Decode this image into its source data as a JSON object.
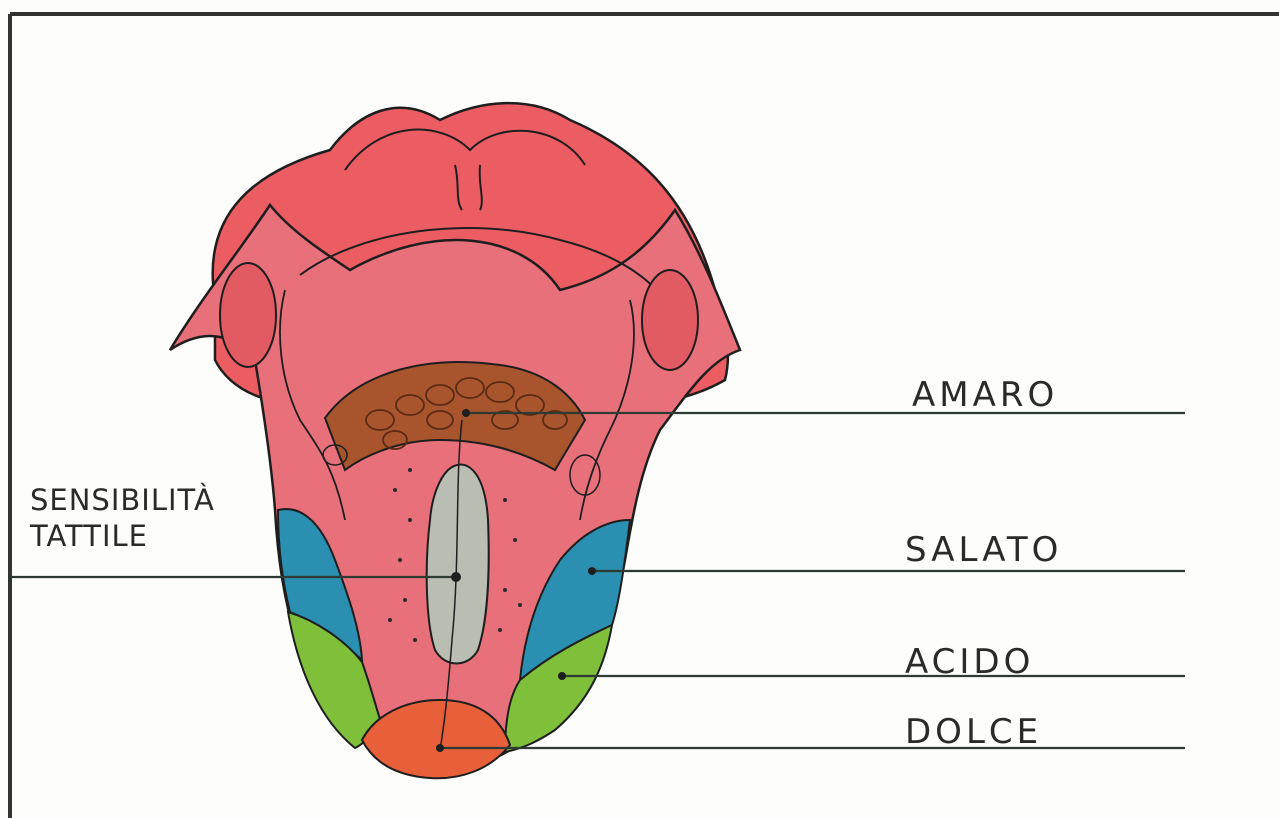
{
  "diagram": {
    "labels": {
      "amaro": "AMARO",
      "salato": "SALATO",
      "acido": "ACIDO",
      "dolce": "DOLCE",
      "sensibilita_line1": "SENSIBILITÀ",
      "sensibilita_line2": "TATTILE"
    },
    "colors": {
      "tongue_pink": "#e8707a",
      "throat_red": "#ec5d63",
      "bitter_brown": "#a8552e",
      "salty_blue": "#2a8fb0",
      "sour_green": "#7fbf3a",
      "sweet_orange": "#e8603a",
      "touch_grey": "#b9bdb2",
      "ink": "#1e1e1e"
    }
  }
}
